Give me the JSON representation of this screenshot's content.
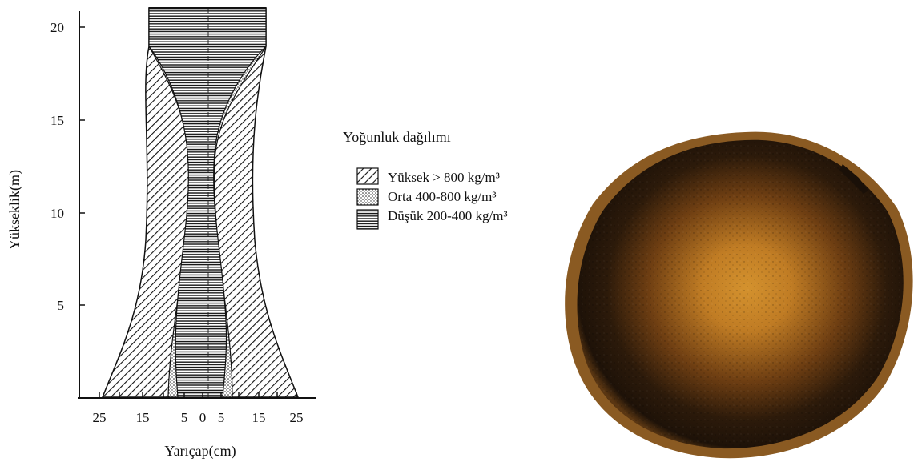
{
  "figure": {
    "y_axis_label": "Yükseklik(m)",
    "x_axis_label": "Yarıçap(cm)",
    "y_ticks": [
      "5",
      "10",
      "15",
      "20"
    ],
    "x_ticks": [
      "25",
      "15",
      "5",
      "0",
      "5",
      "15",
      "25"
    ]
  },
  "legend": {
    "title": "Yoğunluk dağılımı",
    "items": [
      {
        "pattern": "diagonal-hatch",
        "label": "Yüksek > 800 kg/m³"
      },
      {
        "pattern": "dots",
        "label": "Orta 400-800 kg/m³"
      },
      {
        "pattern": "horizontal-lines",
        "label": "Düşük 200-400 kg/m³"
      }
    ]
  },
  "photo": {
    "subject": "trunk-cross-section",
    "colors": {
      "outer": "#2a1a0c",
      "mid": "#5a3410",
      "center": "#c8862a",
      "bark": "#8a5a22"
    }
  }
}
